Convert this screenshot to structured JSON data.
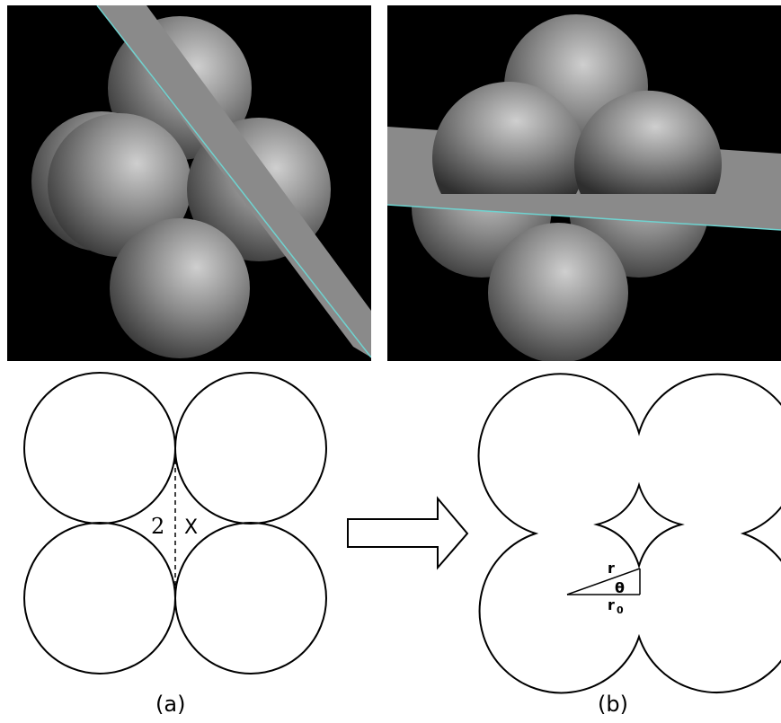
{
  "figure": {
    "labels": {
      "gap_number": "2",
      "gap_letter": "X",
      "radius": "r",
      "angle": "θ",
      "radius0_main": "r",
      "radius0_sub": "0"
    },
    "captions": {
      "a": "(a)",
      "b": "(b)"
    },
    "colors": {
      "background_render": "#000000",
      "sphere_highlight": "#c8c8c8",
      "sphere_shadow": "#3c3c3c",
      "plane": "#8a8a8a",
      "plane_edge": "#6fd3d0",
      "outline": "#000000"
    },
    "icons": {
      "arrow": "right-arrow-outline-icon"
    }
  }
}
